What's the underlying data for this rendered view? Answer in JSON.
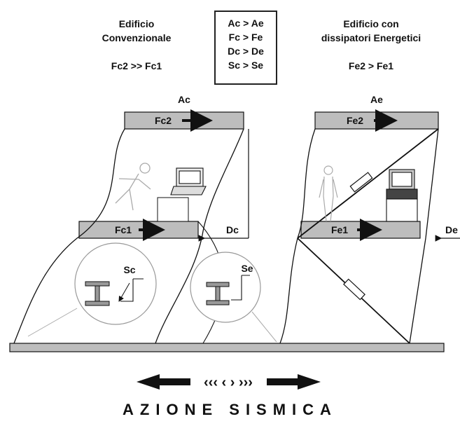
{
  "left_building": {
    "title_line1": "Edificio",
    "title_line2": "Convenzionale",
    "relation": "Fc2 >> Fc1",
    "accel_label": "Ac",
    "top_force": "Fc2",
    "bottom_force": "Fc1",
    "drift_label": "Dc",
    "strain_label": "Sc"
  },
  "comparison": {
    "line1": "Ac > Ae",
    "line2": "Fc > Fe",
    "line3": "Dc > De",
    "line4": "Sc > Se"
  },
  "right_building": {
    "title_line1": "Edificio con",
    "title_line2": "dissipatori Energetici",
    "relation": "Fe2 > Fe1",
    "accel_label": "Ae",
    "top_force": "Fe2",
    "bottom_force": "Fe1",
    "drift_label": "De",
    "strain_label": "Se"
  },
  "caption": "AZIONE SISMICA",
  "colors": {
    "slab": "#bdbdbd",
    "ground": "#bdbdbd",
    "ink": "#111111"
  }
}
